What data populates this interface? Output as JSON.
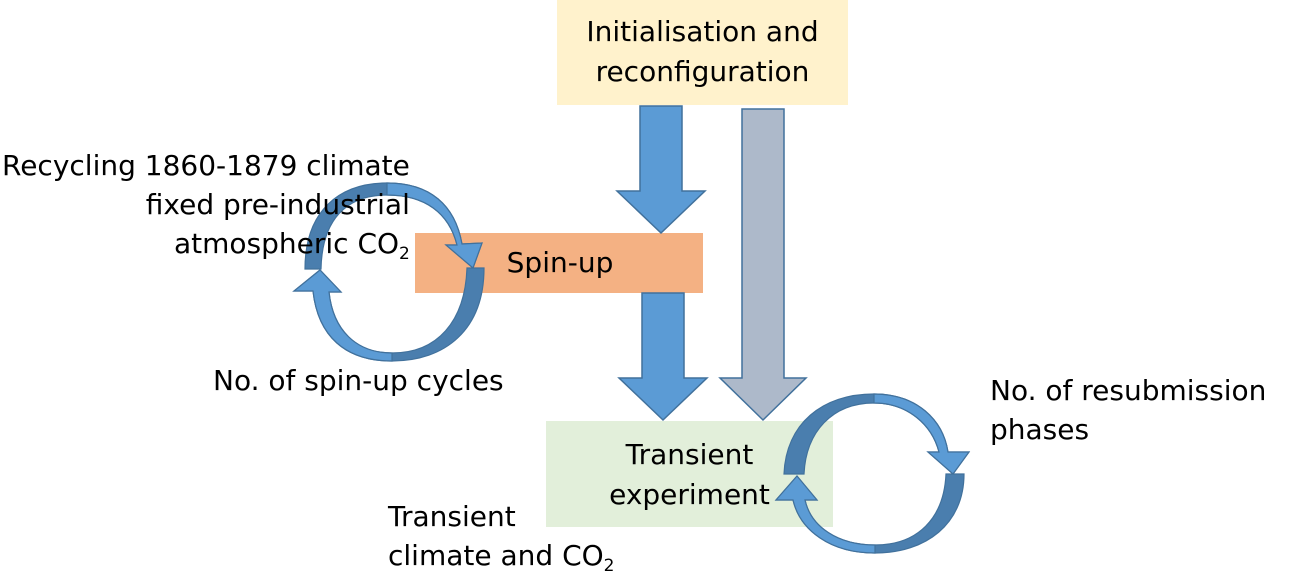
{
  "colors": {
    "init_box": "#FFF2CC",
    "spinup_box": "#F4B183",
    "transient_box": "#E2EFDA",
    "blue_arrow": "#5B9BD5",
    "blue_arrow_dark": "#4A7EAE",
    "blue_outline": "#41719C",
    "gray_arrow": "#ADB9CA"
  },
  "boxes": {
    "init": {
      "line1": "Initialisation and",
      "line2": "reconfiguration"
    },
    "spinup": {
      "text": "Spin-up"
    },
    "transient": {
      "line1": "Transient",
      "line2": "experiment"
    }
  },
  "labels": {
    "recycling": {
      "line1": "Recycling 1860-1879 climate",
      "line2": "fixed pre-industrial",
      "line3_prefix": "atmospheric CO",
      "line3_sub": "2"
    },
    "spinup_cycles": "No. of spin-up cycles",
    "resubmission": {
      "line1": "No. of resubmission",
      "line2": "phases"
    },
    "transient_climate": {
      "line1": "Transient",
      "line2_prefix": "climate and CO",
      "line2_sub": "2"
    }
  }
}
